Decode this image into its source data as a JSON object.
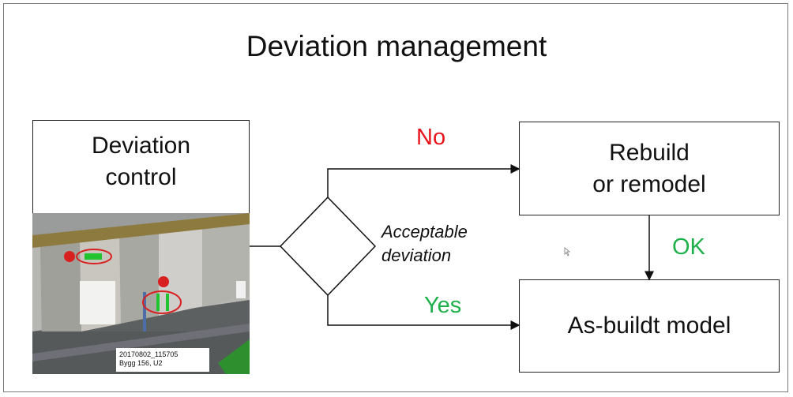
{
  "title": "Deviation management",
  "nodes": {
    "deviation_control": {
      "line1": "Deviation",
      "line2": "control"
    },
    "decision": {
      "line1": "Acceptable",
      "line2": "deviation"
    },
    "rebuild": {
      "line1": "Rebuild",
      "line2": "or remodel"
    },
    "asbuilt": {
      "line1": "As-buildt model"
    }
  },
  "edges": {
    "no_label": "No",
    "yes_label": "Yes",
    "ok_label": "OK"
  },
  "snapshot": {
    "stamp_line1": "20170802_115705",
    "stamp_line2": "Bygg 156, U2"
  },
  "colors": {
    "no": "#e8141b",
    "yes": "#1eb14b",
    "ok": "#1eb14b"
  }
}
